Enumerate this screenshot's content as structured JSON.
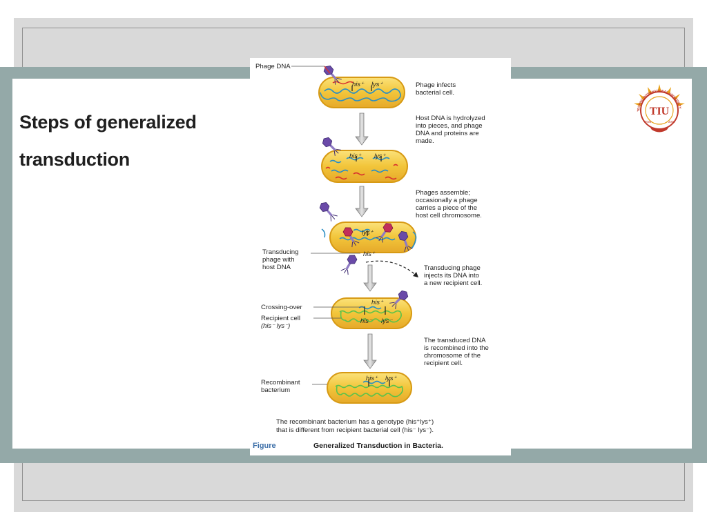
{
  "slide": {
    "title_line1": "Steps of generalized",
    "title_line2": "transduction"
  },
  "logo": {
    "text": "TIU",
    "arc_text": "TECHNO INTERNATIONAL UNIVERSITY",
    "year_left": "2006",
    "year_right": "2008"
  },
  "figure": {
    "label_phage_dna": "Phage DNA",
    "gene_his_plus": "his⁺",
    "gene_lys_plus": "lys⁺",
    "gene_his_minus": "his⁻",
    "gene_lys_minus": "lys⁻",
    "step1": [
      "Phage infects",
      "bacterial cell."
    ],
    "step2": [
      "Host DNA is hydrolyzed",
      "into pieces, and phage",
      "DNA and proteins are",
      "made."
    ],
    "step3": [
      "Phages assemble;",
      "occasionally a phage",
      "carries a piece of the",
      "host cell chromosome."
    ],
    "label_transducing": [
      "Transducing",
      "phage with",
      "host DNA"
    ],
    "step4": [
      "Transducing phage",
      "injects its DNA into",
      "a new recipient cell."
    ],
    "label_crossing_over": "Crossing-over",
    "label_recipient": "Recipient cell",
    "label_recipient_genotype": "(his⁻ lys⁻)",
    "step5": [
      "The transduced DNA",
      "is recombined into the",
      "chromosome of the",
      "recipient cell."
    ],
    "label_recombinant": [
      "Recombinant",
      "bacterium"
    ],
    "caption_lines": [
      "The recombinant bacterium has a genotype (his⁺lys⁺)",
      "that is different from recipient bacterial cell (his⁻ lys⁻)."
    ],
    "figure_word": "Figure",
    "figure_title": "Generalized Transduction in Bacteria."
  },
  "colors": {
    "teal_band": "#94a9a8",
    "cell_fill": "#f1c63a",
    "cell_outline": "#d79a14",
    "dna_blue": "#2a8ec4",
    "dna_red": "#d8322e",
    "dna_green": "#5cc24a",
    "phage_purple": "#6a4aa8",
    "figure_blue": "#3d6fa8"
  }
}
